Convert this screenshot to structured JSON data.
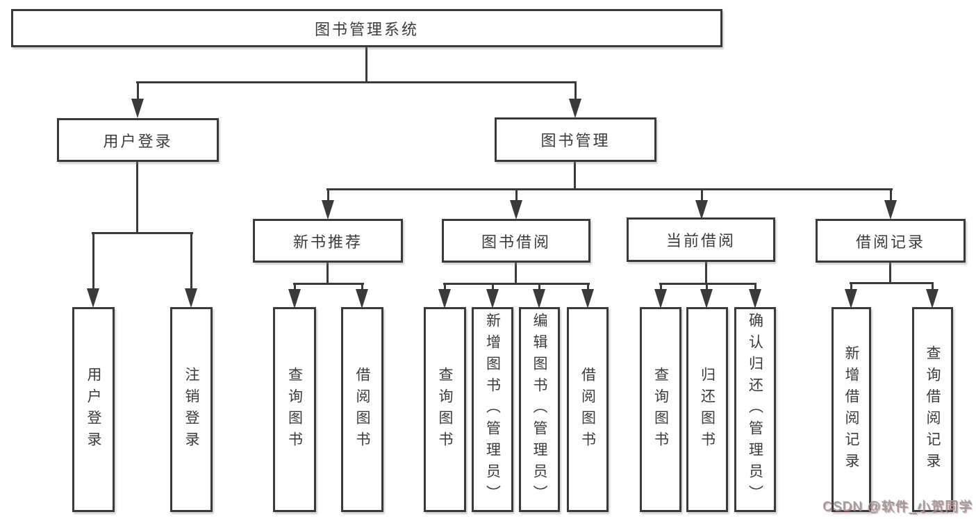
{
  "nodes": {
    "root": {
      "label": "图书管理系统"
    },
    "userLogin": {
      "label": "用户登录"
    },
    "bookMgmt": {
      "label": "图书管理"
    },
    "newBook": {
      "label": "新书推荐"
    },
    "bookBorrow": {
      "label": "图书借阅"
    },
    "currentBorrow": {
      "label": "当前借阅"
    },
    "borrowRecord": {
      "label": "借阅记录"
    },
    "leafUserLogin": {
      "label": "用户登录"
    },
    "leafLogout": {
      "label": "注销登录"
    },
    "leafNbQuery": {
      "label": "查询图书"
    },
    "leafNbBorrow": {
      "label": "借阅图书"
    },
    "leafBbQuery": {
      "label": "查询图书"
    },
    "leafBbAdd": {
      "label": "新增图书（管理员）"
    },
    "leafBbEdit": {
      "label": "编辑图书（管理员）"
    },
    "leafBbBorrow": {
      "label": "借阅图书"
    },
    "leafCbQuery": {
      "label": "查询图书"
    },
    "leafCbReturn": {
      "label": "归还图书"
    },
    "leafCbConfirm": {
      "label": "确认归还（管理员）"
    },
    "leafBrAdd": {
      "label": "新增借阅记录"
    },
    "leafBrQuery": {
      "label": "查询借阅记录"
    }
  },
  "hierarchy": {
    "图书管理系统": {
      "用户登录": [
        "用户登录",
        "注销登录"
      ],
      "图书管理": {
        "新书推荐": [
          "查询图书",
          "借阅图书"
        ],
        "图书借阅": [
          "查询图书",
          "新增图书（管理员）",
          "编辑图书（管理员）",
          "借阅图书"
        ],
        "当前借阅": [
          "查询图书",
          "归还图书",
          "确认归还（管理员）"
        ],
        "借阅记录": [
          "新增借阅记录",
          "查询借阅记录"
        ]
      }
    }
  },
  "watermark": {
    "text": "CSDN @软件_小贺同学"
  },
  "colors": {
    "line": "#3a3a3a",
    "text": "#3b3b3b",
    "background": "#ffffff",
    "watermark_gray": "#9e9e9e",
    "watermark_red": "#c7464f"
  }
}
